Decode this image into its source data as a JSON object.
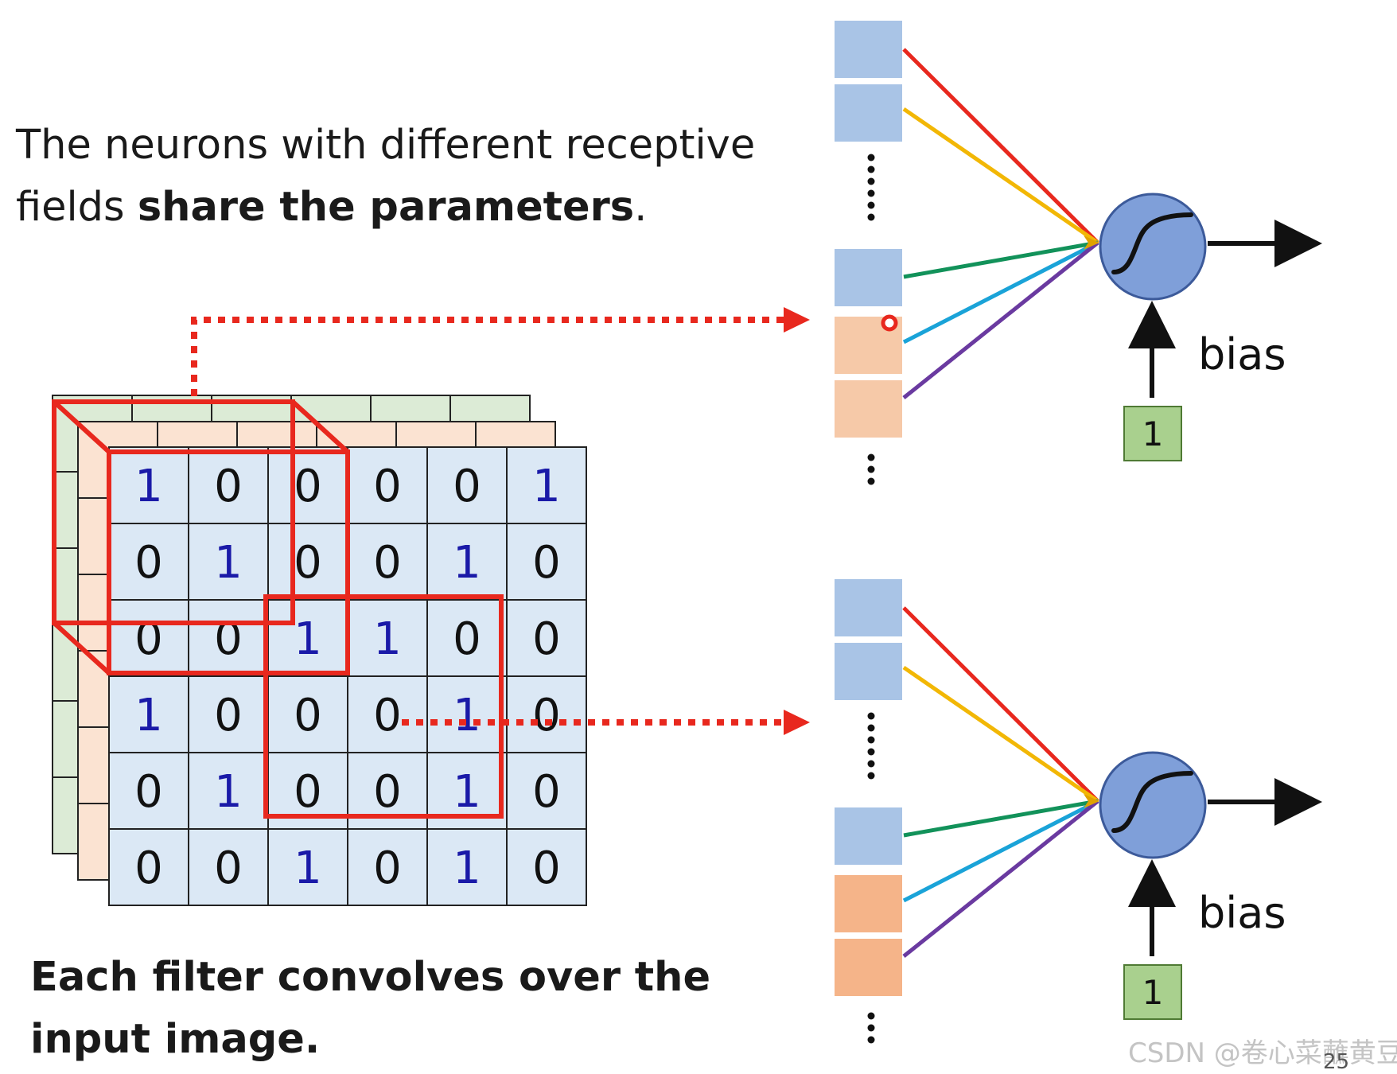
{
  "captions": {
    "top_prefix": "The neurons with different receptive fields ",
    "top_bold": "share the parameters",
    "top_suffix": ".",
    "bottom": "Each filter convolves over the input image."
  },
  "matrix": {
    "rows": [
      [
        "1",
        "0",
        "0",
        "0",
        "0",
        "1"
      ],
      [
        "0",
        "1",
        "0",
        "0",
        "1",
        "0"
      ],
      [
        "0",
        "0",
        "1",
        "1",
        "0",
        "0"
      ],
      [
        "1",
        "0",
        "0",
        "0",
        "1",
        "0"
      ],
      [
        "0",
        "1",
        "0",
        "0",
        "1",
        "0"
      ],
      [
        "0",
        "0",
        "1",
        "0",
        "1",
        "0"
      ]
    ],
    "colors": {
      "one": "#1a1aa8",
      "zero": "#111111",
      "cell_front": "#dbe8f5",
      "cell_middle": "#fbe3d2",
      "cell_back": "#dcebd6",
      "highlight": "#e8281e"
    }
  },
  "neurons": {
    "bias_label": "bias",
    "bias_input": "1",
    "activation_icon": "sigmoid-icon"
  },
  "colors": {
    "input_blue": "#a9c4e6",
    "input_orange": "#f6c9a8",
    "neuron_fill": "#7f9fd9",
    "bias_box": "#a9d08e",
    "weights": [
      "#e8281e",
      "#f2b705",
      "#12925a",
      "#1aa3d8",
      "#6a3aa0"
    ]
  },
  "watermark": "CSDN @卷心菜蘸黄豆",
  "page_number": "25"
}
